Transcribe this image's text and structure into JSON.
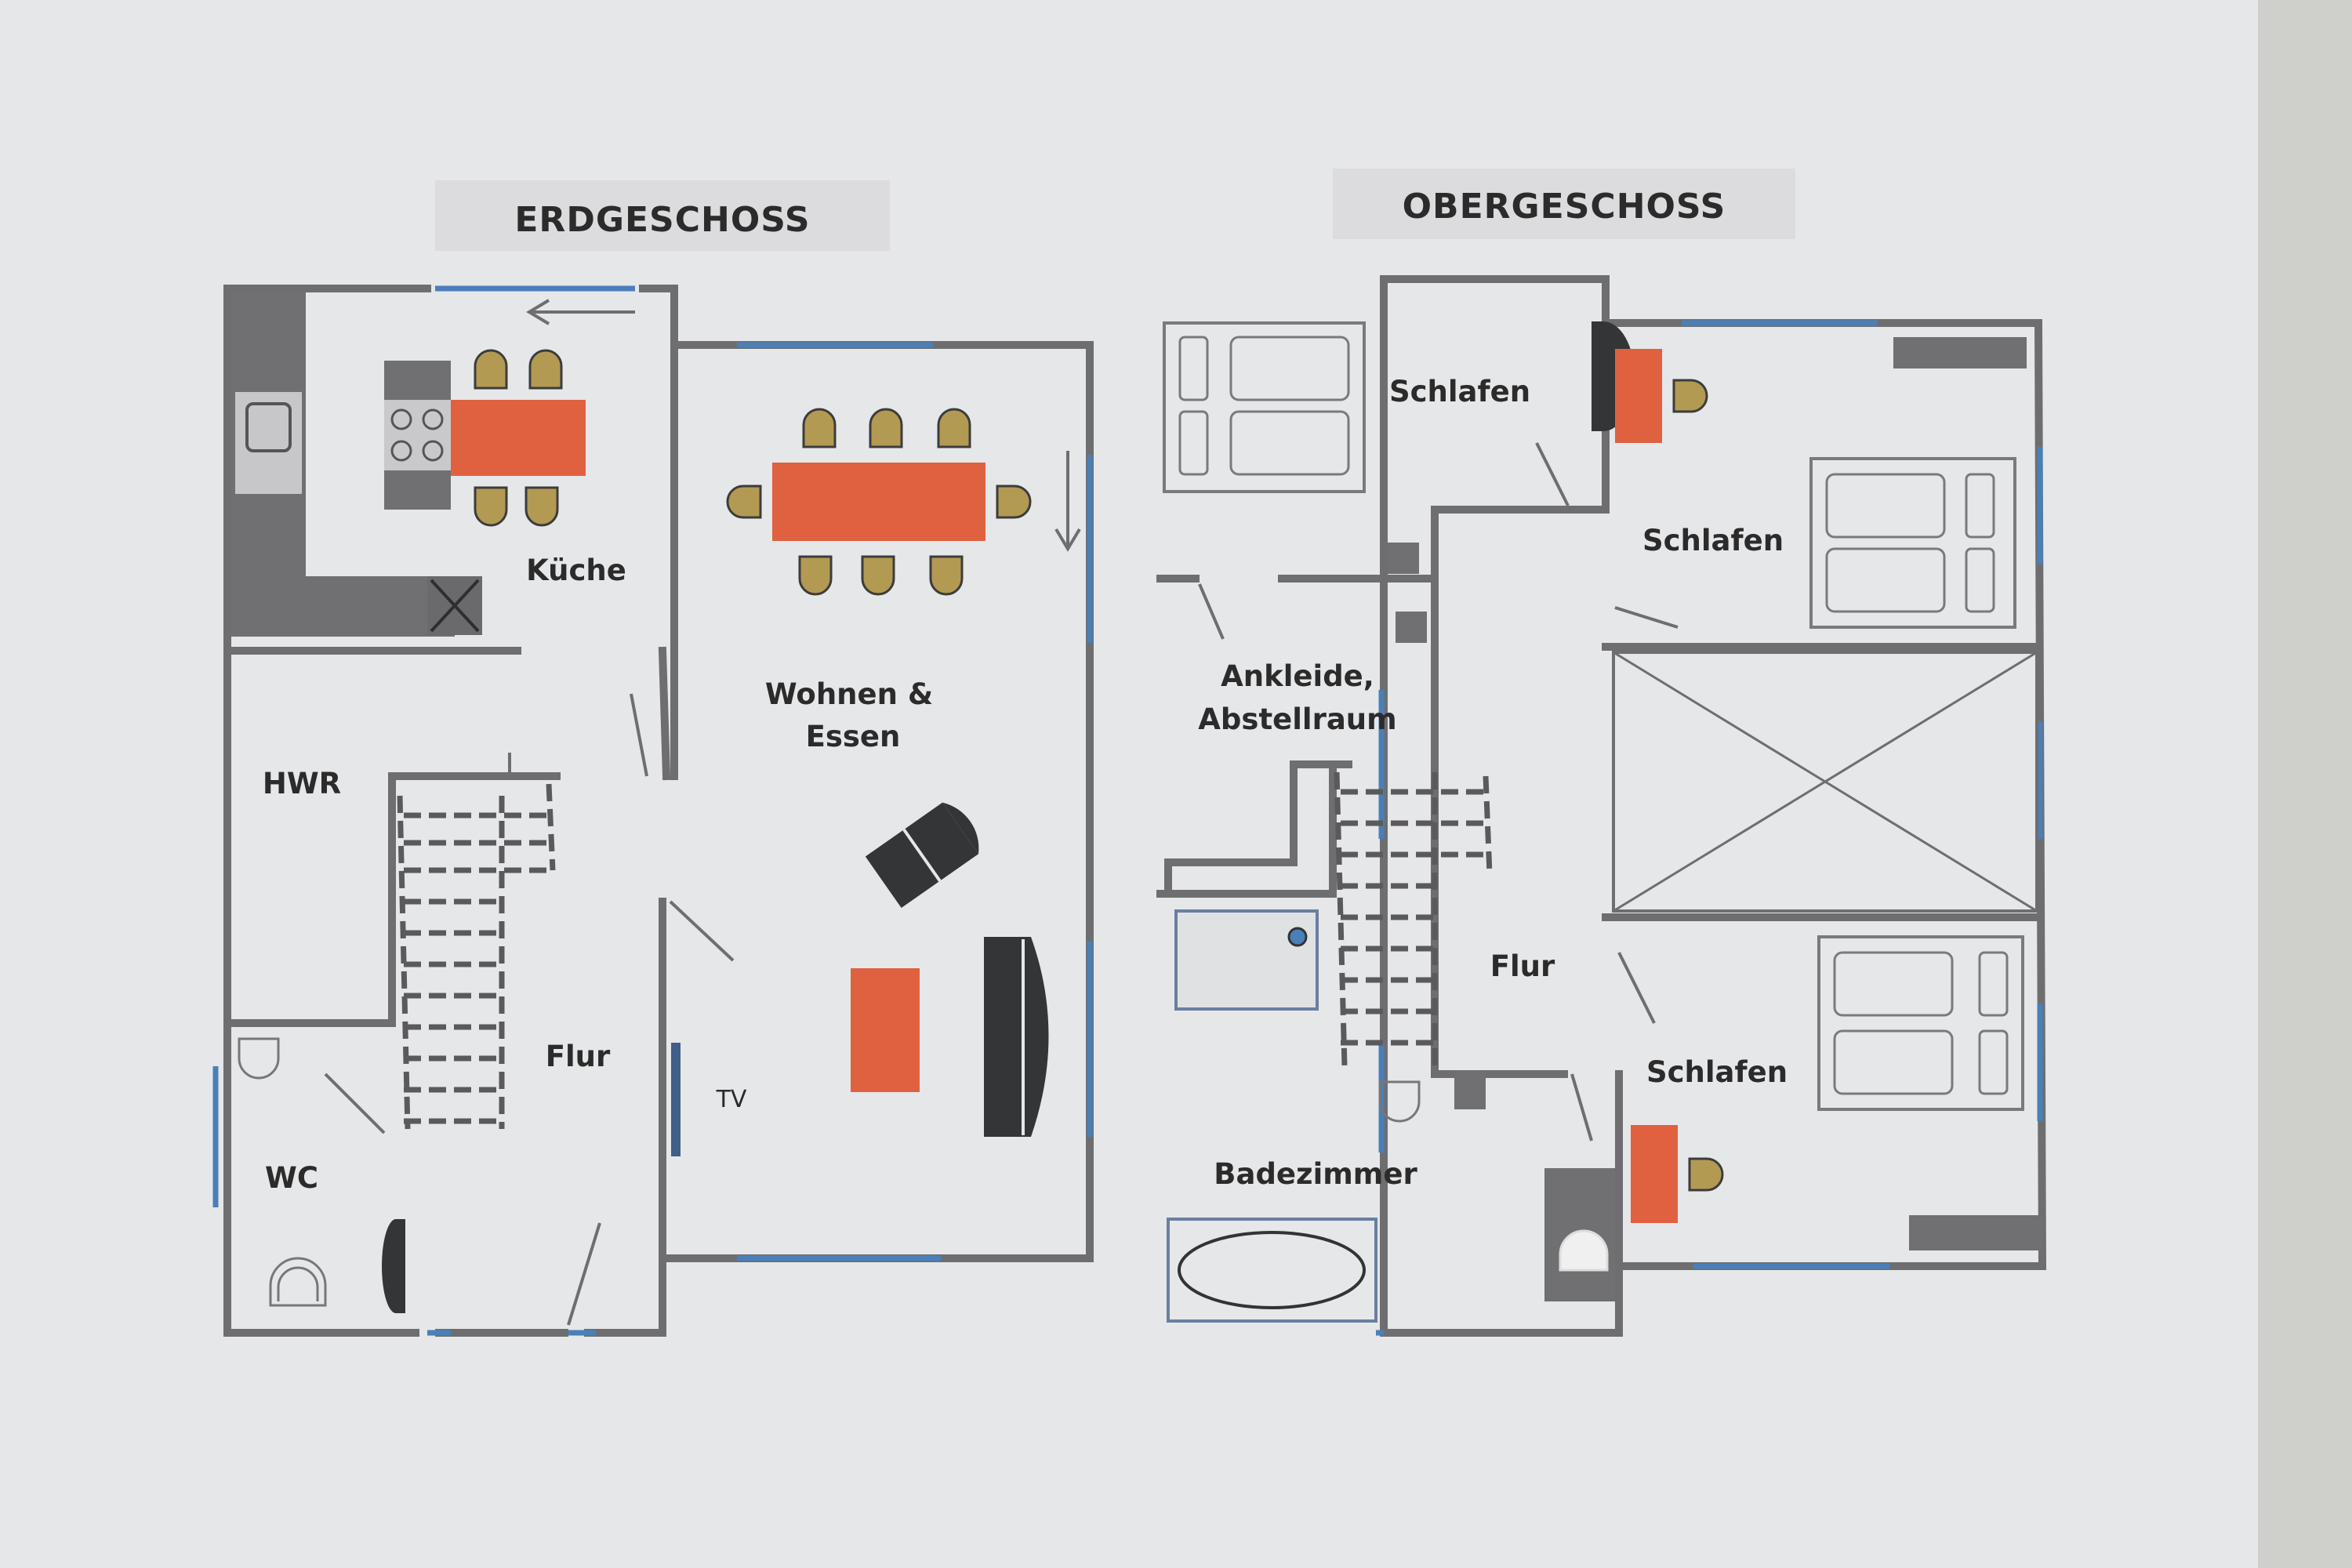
{
  "plans": {
    "ground": {
      "title": "ERDGESCHOSS",
      "rooms": {
        "kitchen": "Küche",
        "living": "Wohnen &",
        "living2": "Essen",
        "utility": "HWR",
        "hall": "Flur",
        "wc": "WC",
        "tv": "TV"
      }
    },
    "upper": {
      "title": "OBERGESCHOSS",
      "rooms": {
        "bedroom1": "Schlafen",
        "bedroom2": "Schlafen",
        "bedroom3": "Schlafen",
        "dressing": "Ankleide,",
        "dressing2": "Abstellraum",
        "hall": "Flur",
        "bathroom": "Badezimmer"
      }
    }
  },
  "colors": {
    "background": "#d9dadc",
    "wall": "#6e6e70",
    "window": "#4a7fb8",
    "table": "#e0613f",
    "chair": "#b39a52",
    "furniture_dark": "#333537"
  }
}
